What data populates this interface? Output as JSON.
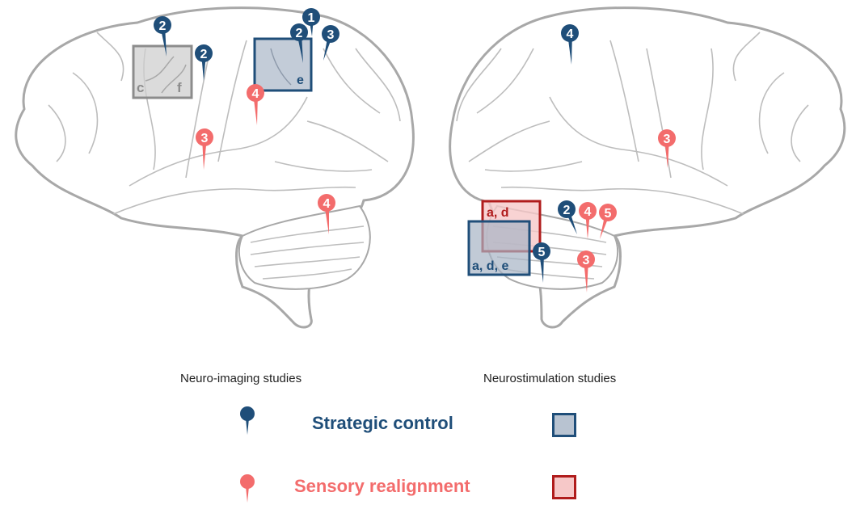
{
  "colors": {
    "strategic": "#1f4e79",
    "sensory": "#f36c6c",
    "sensory_box_border": "#b01c1c",
    "strategic_box_fill": "#b8c3d1",
    "sensory_box_fill": "#f6c8c8",
    "gray_box_border": "#8c8c8c",
    "gray_box_fill": "#cfcfcf",
    "brain_outline": "#a8a8a8"
  },
  "legend": {
    "neuroimaging_label": "Neuro-imaging studies",
    "neurostim_label": "Neurostimulation studies",
    "strategic_label": "Strategic control",
    "sensory_label": "Sensory realignment"
  },
  "left_brain": {
    "markers": [
      {
        "label": "2",
        "type": "strategic"
      },
      {
        "label": "2",
        "type": "strategic"
      },
      {
        "label": "1",
        "type": "strategic"
      },
      {
        "label": "2",
        "type": "strategic"
      },
      {
        "label": "3",
        "type": "strategic"
      },
      {
        "label": "4",
        "type": "sensory"
      },
      {
        "label": "3",
        "type": "sensory"
      },
      {
        "label": "4",
        "type": "sensory"
      }
    ],
    "boxes": [
      {
        "type": "gray",
        "labels": [
          "c",
          "f"
        ]
      },
      {
        "type": "strategic",
        "labels": [
          "e"
        ]
      }
    ]
  },
  "right_brain": {
    "markers": [
      {
        "label": "4",
        "type": "strategic"
      },
      {
        "label": "3",
        "type": "sensory"
      },
      {
        "label": "2",
        "type": "strategic"
      },
      {
        "label": "4",
        "type": "sensory"
      },
      {
        "label": "5",
        "type": "sensory"
      },
      {
        "label": "5",
        "type": "strategic"
      },
      {
        "label": "3",
        "type": "sensory"
      }
    ],
    "boxes": [
      {
        "type": "sensory",
        "labels": [
          "a, d"
        ]
      },
      {
        "type": "strategic",
        "labels": [
          "a, d, e"
        ]
      }
    ]
  }
}
